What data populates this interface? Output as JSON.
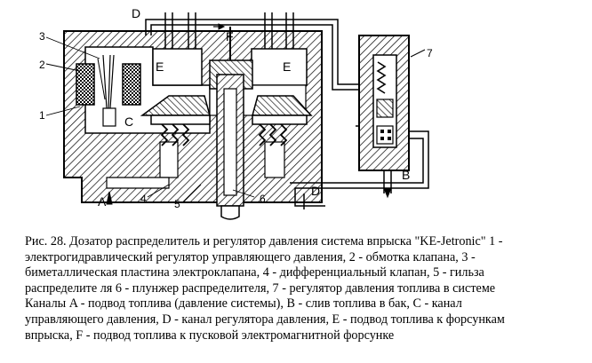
{
  "diagram": {
    "letters": {
      "A": "A",
      "B": "B",
      "C": "C",
      "D_top": "D",
      "D_bottom": "D",
      "E_left": "E",
      "E_right": "E",
      "F": "F"
    },
    "numbers": {
      "n1": "1",
      "n2": "2",
      "n3": "3",
      "n4": "4",
      "n5": "5",
      "n6": "6",
      "n7": "7"
    }
  },
  "caption": {
    "lines": [
      "Рис. 28. Дозатор распределитель и регулятор давления система впрыска \"KE-Jetronic\" 1 -",
      "электрогидравлический регулятор управляющего давления, 2 - обмотка клапана, 3 -",
      "биметаллическая пластина электроклапана, 4 - дифференциальный клапан, 5 - гильза",
      "распределите ля 6 - плунжер распределителя, 7 - регулятор давления топлива в системе",
      "Каналы A - подвод топлива (давление системы), B - слив топлива в бак, C - канал",
      "управляющего давления, D - канал регулятора давления, E - подвод топлива к форсункам",
      "впрыска, F - подвод топлива к пусковой электромагнитной форсунке"
    ]
  }
}
